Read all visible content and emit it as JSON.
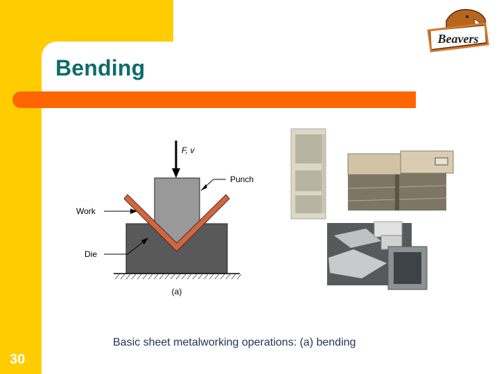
{
  "slide": {
    "title": "Bending",
    "caption": "Basic sheet metalworking operations: (a) bending",
    "page_number": "30",
    "colors": {
      "background_yellow": "#FFCC00",
      "title_teal": "#0F6B6B",
      "accent_orange": "#FF6600",
      "caption_navy": "#1F3355"
    }
  },
  "logo": {
    "text": "Beavers",
    "icon": "beaver-mascot-logo"
  },
  "diagram": {
    "force_label": "F, v",
    "punch_label": "Punch",
    "work_label": "Work",
    "die_label": "Die",
    "sublabel": "(a)",
    "colors": {
      "punch": "#999999",
      "die": "#595959",
      "work": "#D9643A"
    }
  },
  "photos": [
    {
      "name": "enclosure-cabinet-photo"
    },
    {
      "name": "drawer-cabinet-photo"
    },
    {
      "name": "sheet-metal-parts-photo"
    }
  ]
}
